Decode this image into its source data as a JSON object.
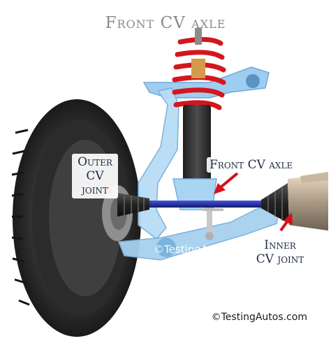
{
  "title": "Front CV axle",
  "labels": {
    "outer_line1": "Outer",
    "outer_line2": "CV joint",
    "front_axle": "Front CV axle",
    "inner_line1": "Inner",
    "inner_line2": "CV joint"
  },
  "watermarks": {
    "center": "©TestingAutos.com",
    "corner": "©TestingAutos.com"
  },
  "colors": {
    "arrow": "#d1121b",
    "axle_shaft": "#2a35a8",
    "spring": "#d4161d",
    "frame_highlight": "#9ecdf0",
    "tire": "#242424"
  }
}
